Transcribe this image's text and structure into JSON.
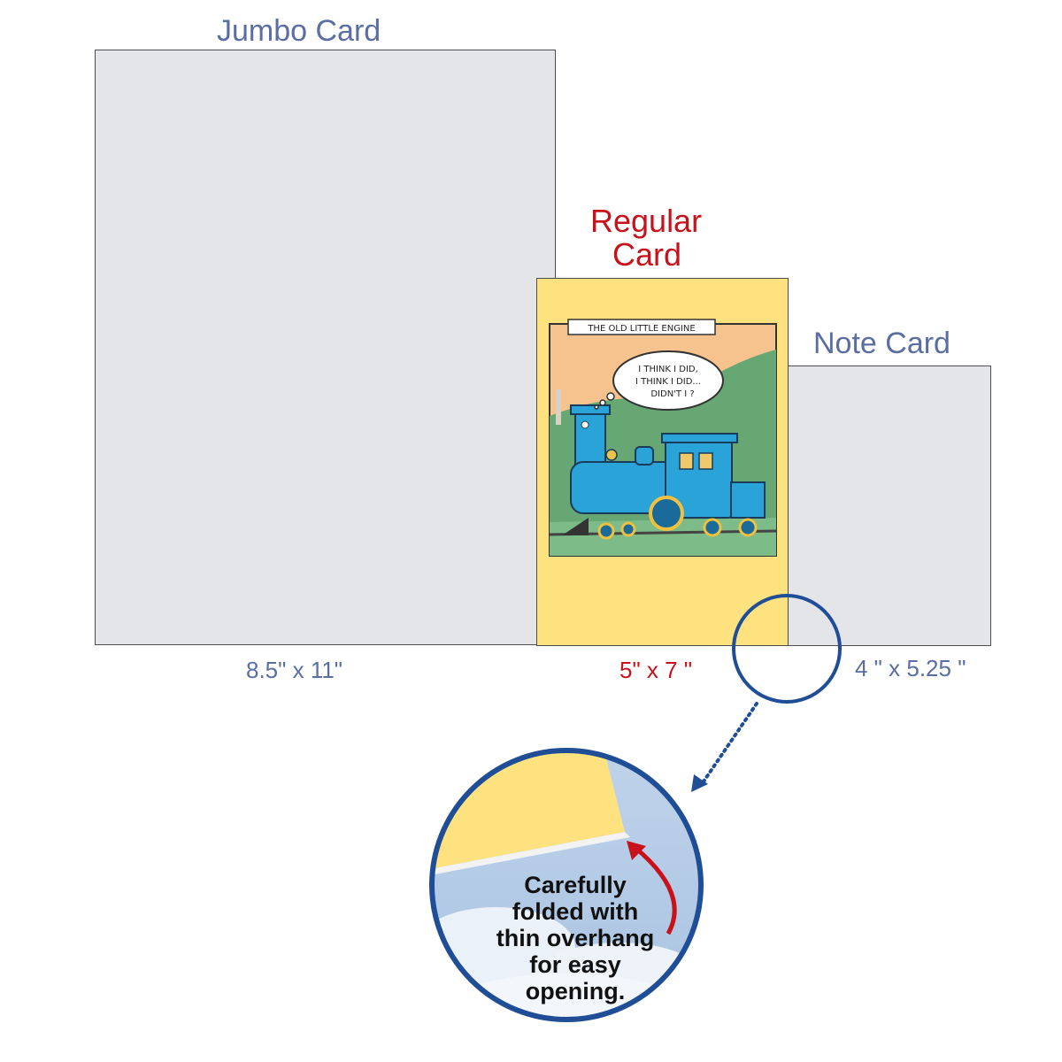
{
  "jumbo": {
    "title": "Jumbo Card",
    "size": "8.5\"  x 11\""
  },
  "regular": {
    "title_line1": "Regular",
    "title_line2": "Card",
    "size": "5\" x 7 \""
  },
  "note": {
    "title": "Note Card",
    "size": "4 \" x 5.25 \""
  },
  "cartoon": {
    "caption": "THE OLD LITTLE ENGINE",
    "thought_line1": "I THINK I DID,",
    "thought_line2": "I THINK I DID...",
    "thought_line3": "DIDN'T I ?"
  },
  "callout": {
    "line1": "Carefully",
    "line2": "folded with",
    "line3": "thin overhang",
    "line4": "for easy",
    "line5": "opening."
  },
  "colors": {
    "card_gray": "#e4e5e8",
    "card_yellow": "#fde27f",
    "label_blue": "#5a6ea3",
    "label_red": "#c8121b",
    "circle_blue": "#1f4e96",
    "arrow_red": "#c8121b"
  },
  "icons": [
    "magnifier-circle",
    "dotted-arrow",
    "curved-red-arrow",
    "locomotive"
  ]
}
